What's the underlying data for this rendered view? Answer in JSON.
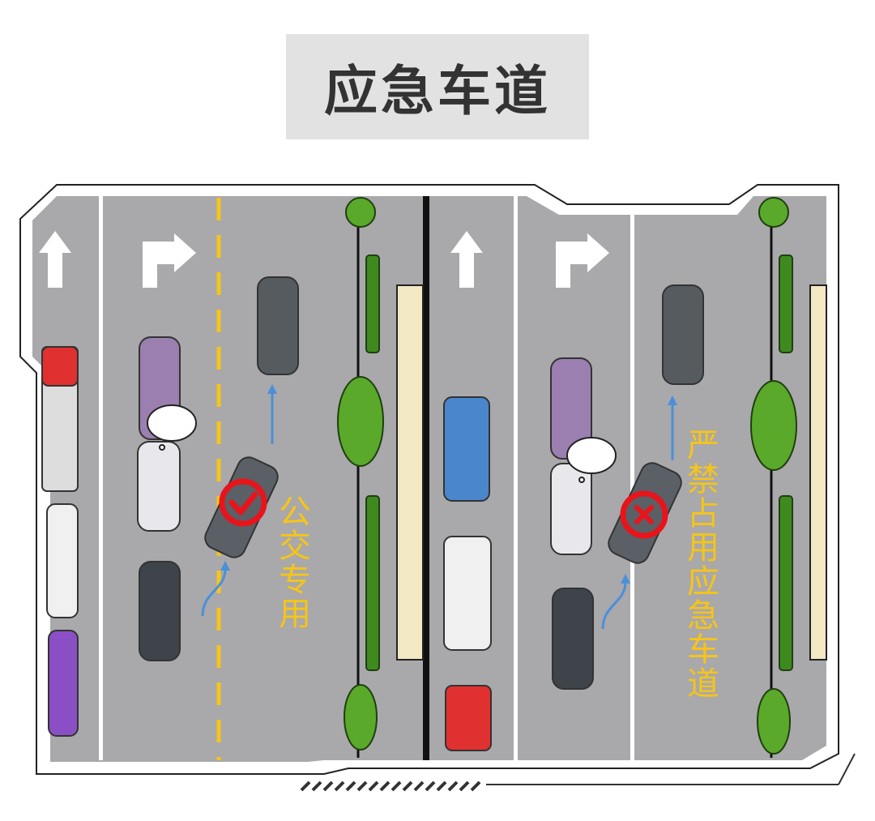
{
  "title": "应急车道",
  "left_scene": {
    "label": "公交专用",
    "status_icon": "check-icon",
    "status_color": "#e8141c"
  },
  "right_scene": {
    "label": "严禁占用应急车道",
    "status_icon": "cross-icon",
    "status_color": "#e8141c"
  },
  "colors": {
    "road": "#a9a8ab",
    "lane_line": "#ffffff",
    "bus_lane_line": "#f5c518",
    "tree": "#5aa92a",
    "hedge": "#3f8a1f",
    "curb": "#f2e8c4",
    "arrow": "#4a90d9"
  }
}
